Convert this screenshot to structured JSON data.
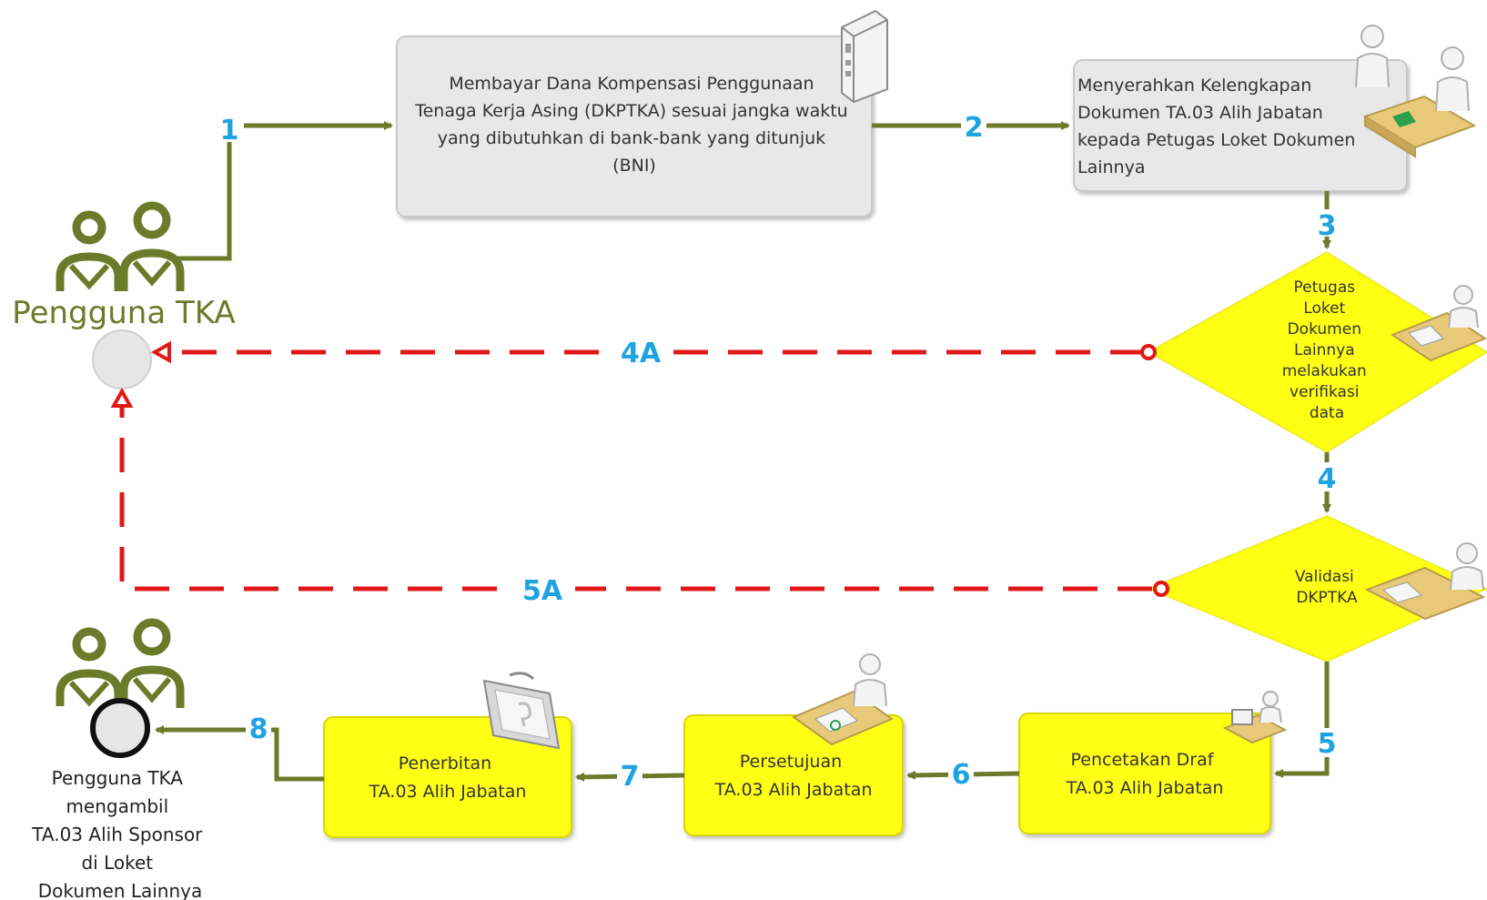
{
  "colors": {
    "flow_line": "#6b7b2a",
    "reject_line": "#e01818",
    "step_label": "#1fa3e0",
    "process_box_gray": "#e8e8e8",
    "process_box_yellow": "#ffff14",
    "decision_fill": "#ffff14",
    "actor_icon": "#6b7b2a",
    "node_text": "#333333"
  },
  "actors": {
    "start": {
      "label": "Pengguna TKA",
      "icon": "users-icon"
    },
    "end": {
      "label_lines": [
        "Pengguna TKA",
        "mengambil",
        "TA.03 Alih Sponsor",
        "di Loket",
        "Dokumen Lainnya"
      ],
      "icon": "users-icon"
    }
  },
  "nodes": {
    "pay": {
      "lines": [
        "Membayar Dana Kompensasi Penggunaan",
        "Tenaga Kerja Asing (DKPTKA) sesuai jangka waktu",
        "yang dibutuhkan di bank-bank yang ditunjuk",
        "(BNI)"
      ],
      "icon": "atm-machine-icon"
    },
    "submit": {
      "lines": [
        "Menyerahkan Kelengkapan",
        "Dokumen TA.03 Alih Jabatan",
        "kepada Petugas Loket Dokumen",
        "Lainnya"
      ],
      "icon": "document-handover-icon"
    },
    "verify": {
      "lines": [
        "Petugas",
        "Loket",
        "Dokumen",
        "Lainnya",
        "melakukan",
        "verifikasi",
        "data"
      ],
      "icon": "officer-desk-icon"
    },
    "validate": {
      "lines": [
        "Validasi",
        "DKPTKA"
      ],
      "icon": "officer-desk-icon"
    },
    "draft": {
      "lines": [
        "Pencetakan Draf",
        "TA.03 Alih Jabatan"
      ],
      "icon": "printer-operator-icon"
    },
    "approve": {
      "lines": [
        "Persetujuan",
        "TA.03 Alih Jabatan"
      ],
      "icon": "signing-officer-icon"
    },
    "issue": {
      "lines": [
        "Penerbitan",
        "TA.03 Alih Jabatan"
      ],
      "icon": "clipboard-certificate-icon"
    }
  },
  "steps": {
    "s1": "1",
    "s2": "2",
    "s3": "3",
    "s4": "4",
    "s4a": "4A",
    "s5": "5",
    "s5a": "5A",
    "s6": "6",
    "s7": "7",
    "s8": "8"
  }
}
